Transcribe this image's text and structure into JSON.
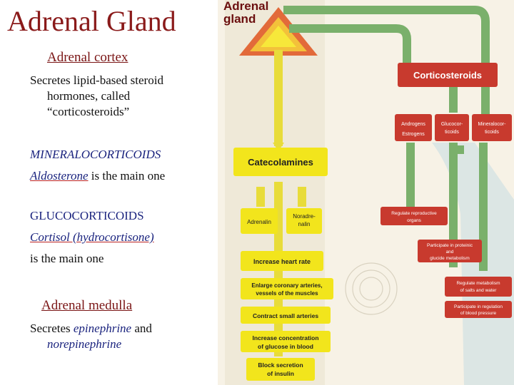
{
  "slide": {
    "title": "Adrenal Gland",
    "cortex_heading": "Adrenal cortex",
    "cortex_line1": "Secretes lipid-based steroid",
    "cortex_line2": "hormones, called",
    "cortex_line3": "“corticosteroids”",
    "mineral_heading": "MINERALOCORTICOIDS",
    "aldosterone": "Aldosterone",
    "main_one_1": " is the main one",
    "gluco_heading": "GLUCOCORTICOIDS",
    "cortisol": "Cortisol (hydrocortisone)",
    "main_one_2": "is the main one",
    "medulla_heading": "Adrenal medulla",
    "medulla_line1_a": "Secretes ",
    "epinephrine": "epinephrine",
    "medulla_line1_b": " and",
    "norepinephrine": "norepinephrine"
  },
  "diagram": {
    "header_line1": "Adrenal",
    "header_line2": "gland",
    "corticosteroids": "Corticosteroids",
    "androgens": "Androgens",
    "estrogens": "Estrogens",
    "glucocorticoids_line1": "Glucocor-",
    "glucocorticoids_line2": "ticoids",
    "mineralocorticoids_line1": "Mineralocor-",
    "mineralocorticoids_line2": "ticoids",
    "catecolamines": "Catecolamines",
    "adrenalin": "Adrenalin",
    "noradrenalin_line1": "Noradre-",
    "noradrenalin_line2": "nalin",
    "regulate_reproductive_line1": "Regulate reproductive",
    "regulate_reproductive_line2": "organs",
    "protein_line1": "Participate in proteinic",
    "protein_line2": "and",
    "protein_line3": "glucide metabolism",
    "heart_rate": "Increase heart rate",
    "salts_line1": "Regulate metabolism",
    "salts_line2": "of salts and water",
    "blood_pressure_line1": "Participate in regulation",
    "blood_pressure_line2": "of blood pressure",
    "coronary_line1": "Enlarge coronary arteries,",
    "coronary_line2": "vessels of the muscles",
    "small_arteries": "Contract small arteries",
    "glucose_line1": "Increase concentration",
    "glucose_line2": "of glucose in blood",
    "insulin_line1": "Block secretion",
    "insulin_line2": "of insulin"
  },
  "colors": {
    "title": "#8a1a1a",
    "yellow_box": "#f2e51c",
    "red_box": "#c83a2e",
    "green_arrow": "#7ab06b",
    "yellow_arrow": "#e8dc3a",
    "link_blue": "#1a237e"
  }
}
